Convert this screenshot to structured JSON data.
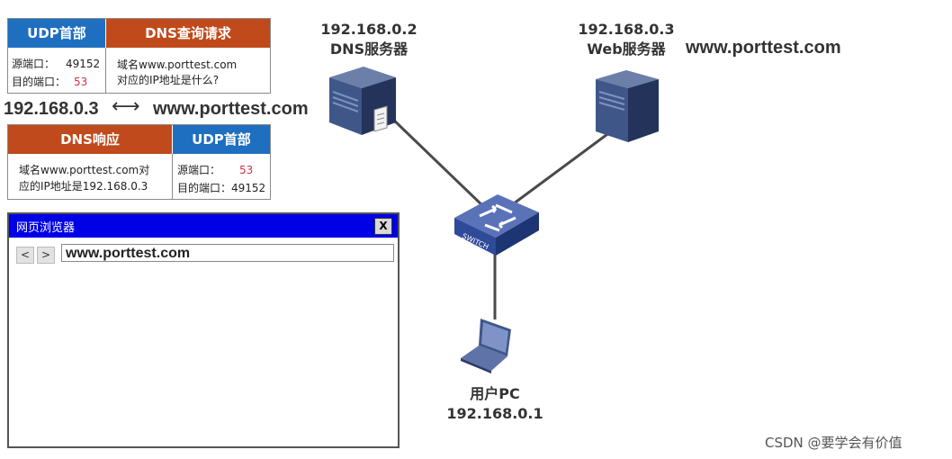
{
  "query_packet": {
    "udp_header": "UDP首部",
    "dns_header": "DNS查询请求",
    "src_port_label": "源端口：",
    "src_port": "49152",
    "dst_port_label": "目的端口：",
    "dst_port": "53",
    "question": "域名www.porttest.com\n对应的IP地址是什么?"
  },
  "mapping": {
    "ip": "192.168.0.3",
    "arrow": "⟷",
    "domain": "www.porttest.com"
  },
  "response_packet": {
    "dns_header": "DNS响应",
    "udp_header": "UDP首部",
    "answer": "域名www.porttest.com对\n应的IP地址是192.168.0.3",
    "src_port_label": "源端口：",
    "src_port": "53",
    "dst_port_label": "目的端口：",
    "dst_port": "49152"
  },
  "dns_server": {
    "ip": "192.168.0.2",
    "name": "DNS服务器"
  },
  "web_server": {
    "ip": "192.168.0.3",
    "name": "Web服务器",
    "domain": "www.porttest.com"
  },
  "switch": {
    "label": "SWITCH"
  },
  "user_pc": {
    "name": "用户PC",
    "ip": "192.168.0.1"
  },
  "browser": {
    "title": "网页浏览器",
    "close": "X",
    "back": "<",
    "forward": ">",
    "url": "www.porttest.com"
  },
  "watermark": "CSDN @要学会有价值",
  "colors": {
    "udp_header": "#1f6fc0",
    "dns_header": "#c04a1b",
    "browser_title": "#0000e6",
    "port_highlight": "#d0314b"
  }
}
